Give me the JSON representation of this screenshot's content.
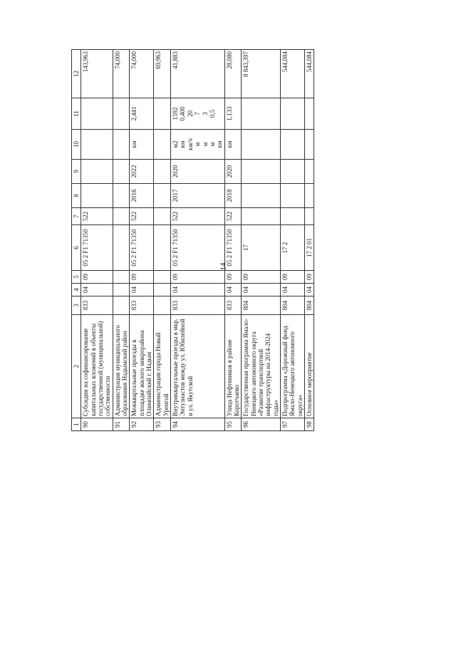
{
  "page_number": "14",
  "columns": [
    "1",
    "2",
    "3",
    "4",
    "5",
    "6",
    "7",
    "8",
    "9",
    "10",
    "11",
    "12"
  ],
  "rows": [
    {
      "n": "90",
      "name": "Субсидии на софинансирование капитальных вложений в объекты государственной (муниципальной) собственности",
      "c3": "833",
      "c4": "04",
      "c5": "09",
      "c6": "05 2 F1 71350",
      "c7": "522",
      "c8": "",
      "c9": "",
      "c10": "",
      "c11": "",
      "c12": "143,963"
    },
    {
      "n": "91",
      "name": "Администрация муниципального образования Надымский район",
      "c3": "",
      "c4": "",
      "c5": "",
      "c6": "",
      "c7": "",
      "c8": "",
      "c9": "",
      "c10": "",
      "c11": "",
      "c12": "74,000"
    },
    {
      "n": "92",
      "name": "Межквартальные проезды в площадке жилого микрорайона Олимпийский г. Надым",
      "c3": "833",
      "c4": "04",
      "c5": "09",
      "c6": "05 2 F1 71350",
      "c7": "522",
      "c8": "2016",
      "c9": "2022",
      "c10": "км",
      "c11": "2,441",
      "c12": "74,000"
    },
    {
      "n": "93",
      "name": "Администрация города Новый Уренгой",
      "c3": "",
      "c4": "",
      "c5": "",
      "c6": "",
      "c7": "",
      "c8": "",
      "c9": "",
      "c10": "",
      "c11": "",
      "c12": "69,963"
    },
    {
      "n": "94",
      "name": "Внутриквартальные проезды в мкр. Энтузиастов между ул. Юбилейной и ул. Якутской",
      "c3": "833",
      "c4": "04",
      "c5": "09",
      "c6": "05 2 F1 71350",
      "c7": "522",
      "c8": "2017",
      "c9": "2020",
      "c10": [
        "м2",
        "км",
        "км/ч",
        "м",
        "м",
        "м",
        "км"
      ],
      "c11": [
        "1592",
        "0,400",
        "20",
        "7",
        "3",
        "0,5",
        ""
      ],
      "c12": "41,883"
    },
    {
      "n": "95",
      "name": "Улица Нефтяников в районе Коротчаево",
      "c3": "833",
      "c4": "04",
      "c5": "09",
      "c6": "05 2 F1 71350",
      "c7": "522",
      "c8": "2018",
      "c9": "2020",
      "c10": "км",
      "c11": "1,133",
      "c12": "28,080"
    },
    {
      "n": "96",
      "name": "Государственная программа Ямало-Ненецкого автономного округа «Развитие транспортной инфраструктуры на 2014-2024 годы»",
      "c3": "804",
      "c4": "04",
      "c5": "09",
      "c6": "17",
      "c7": "",
      "c8": "",
      "c9": "",
      "c10": "",
      "c11": "",
      "c12": "8 843,397"
    },
    {
      "n": "97",
      "name": "Подпрограмма «Дорожный фонд Ямало-Ненецкого автономного округа»",
      "c3": "804",
      "c4": "04",
      "c5": "09",
      "c6": "17 2",
      "c7": "",
      "c8": "",
      "c9": "",
      "c10": "",
      "c11": "",
      "c12": "544,084"
    },
    {
      "n": "98",
      "name": "Основное мероприятие",
      "c3": "804",
      "c4": "04",
      "c5": "09",
      "c6": "17 2 01",
      "c7": "",
      "c8": "",
      "c9": "",
      "c10": "",
      "c11": "",
      "c12": "544,084"
    }
  ]
}
